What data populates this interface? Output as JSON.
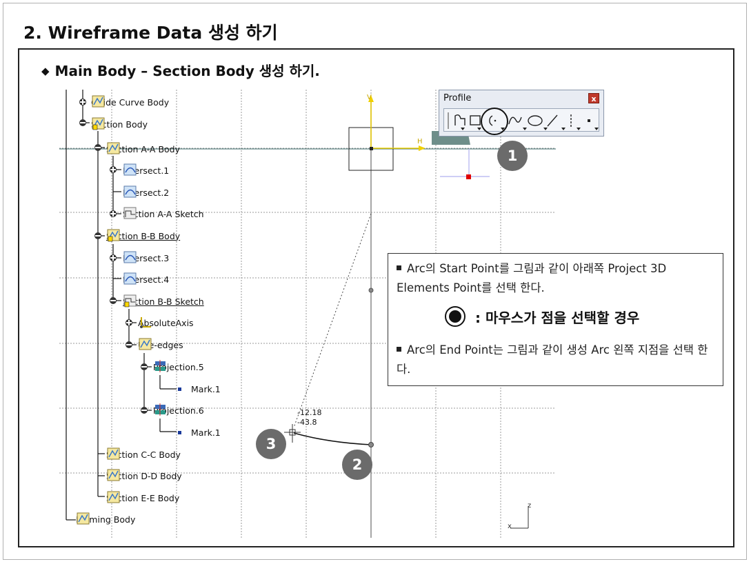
{
  "page_title": "2. Wireframe Data 생성 하기",
  "section_heading": "Main Body – Section Body 생성 하기.",
  "tree": {
    "guide_curve_body": "Guide Curve Body",
    "section_body": "Section Body",
    "section_aa_body": "Section A-A Body",
    "intersect_1": "Intersect.1",
    "intersect_2": "Intersect.2",
    "section_aa_sketch": "Section A-A Sketch",
    "section_bb_body": "Section B-B Body",
    "intersect_3": "Intersect.3",
    "intersect_4": "Intersect.4",
    "section_bb_sketch": "Section B-B Sketch",
    "absolute_axis": "AbsoluteAxis",
    "use_edges": "Use-edges",
    "projection_5": "Projection.5",
    "mark_1a": "Mark.1",
    "projection_6": "Projection.6",
    "mark_1b": "Mark.1",
    "section_cc_body": "Section C-C Body",
    "section_dd_body": "Section D-D Body",
    "section_ee_body": "Section E-E Body",
    "forming_body": "Forming Body"
  },
  "viewport": {
    "axis_v": "V",
    "axis_h": "H",
    "coord_1": "-12.18",
    "coord_2": "-43.8",
    "compass_z": "z",
    "compass_x": "x"
  },
  "toolbar": {
    "title": "Profile",
    "close": "x",
    "tools": [
      "profile-tool-icon",
      "rectangle-icon",
      "arc-icon",
      "spline-icon",
      "ellipse-icon",
      "line-icon",
      "axis-icon",
      "point-icon"
    ]
  },
  "callouts": [
    "1",
    "2",
    "3"
  ],
  "note": {
    "item1": "Arc의 Start Point를 그림과 같이 아래쪽 Project 3D Elements Point를 선택 한다.",
    "legend": ": 마우스가 점을 선택할 경우",
    "item2": "Arc의 End Point는 그림과 같이 생성 Arc 왼쪽 지점을 선택 한다."
  },
  "colors": {
    "axis_yellow": "#f0d000",
    "highlight_red": "#e00000",
    "callout_gray": "#6b6b6b",
    "grid_gray": "#9a9a9a"
  }
}
